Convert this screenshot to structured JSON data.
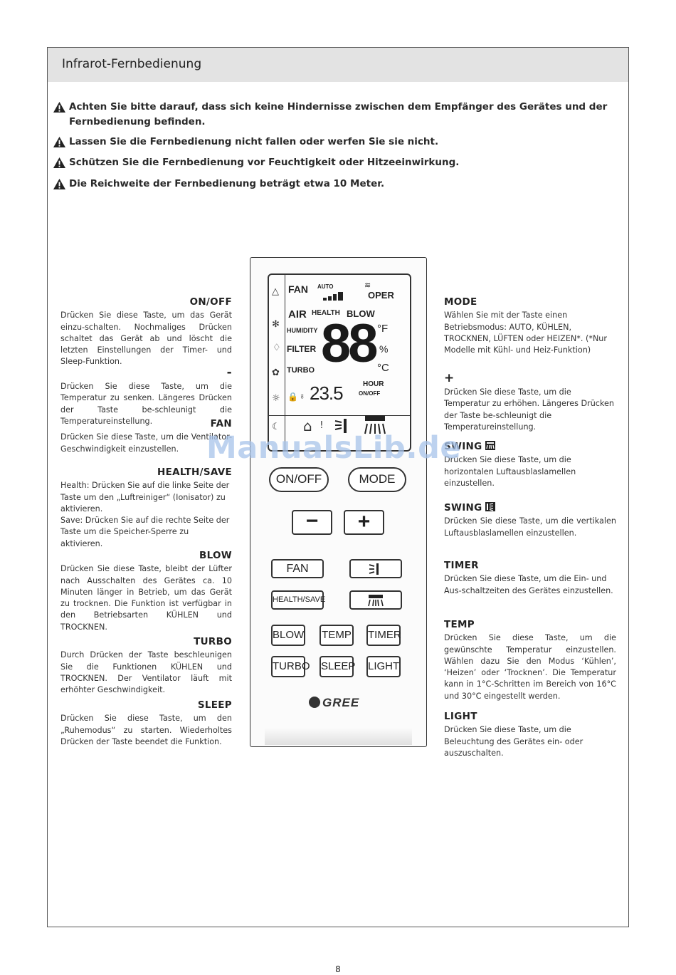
{
  "header": {
    "title": "Infrarot-Fernbedienung"
  },
  "warnings": [
    "Achten Sie bitte darauf, dass sich keine Hindernisse zwischen dem Empfänger des Gerätes und der Fernbedienung befinden.",
    "Lassen Sie die Fernbedienung nicht fallen oder werfen Sie sie nicht.",
    "Schützen Sie die Fernbedienung vor Feuchtigkeit oder Hitzeeinwirkung.",
    "Die Reichweite der Fernbedienung beträgt etwa 10 Meter."
  ],
  "left": {
    "onoff": {
      "title": "ON/OFF",
      "body": "Drücken Sie diese Taste, um das Gerät einzu-schalten. Nochmaliges Drücken schaltet das Gerät ab und löscht die letzten Einstellungen der Timer- und Sleep-Funktion."
    },
    "minus": {
      "title": "-",
      "body": "Drücken Sie diese Taste, um die Temperatur zu senken. Längeres Drücken der Taste be-schleunigt die Temperatureinstellung."
    },
    "fan": {
      "title": "FAN",
      "body": "Drücken Sie diese Taste, um die Ventilator-Geschwindigkeit einzustellen."
    },
    "health": {
      "title": "HEALTH/SAVE",
      "body1": "Health: Drücken Sie auf die linke Seite der Taste um den „Luftreiniger“ (Ionisator) zu aktivieren.",
      "body2": "Save: Drücken Sie auf die rechte Seite der Taste um die Speicher-Sperre zu aktivieren."
    },
    "blow": {
      "title": "BLOW",
      "body": "Drücken Sie diese Taste, bleibt der Lüfter nach Ausschalten des Gerätes ca. 10 Minuten länger in Betrieb, um das Gerät zu trocknen. Die Funktion ist verfügbar in den Betriebsarten KÜHLEN und TROCKNEN."
    },
    "turbo": {
      "title": "TURBO",
      "body": "Durch Drücken der Taste beschleunigen Sie die Funktionen KÜHLEN und TROCKNEN. Der Ventilator läuft mit erhöhter Geschwindigkeit."
    },
    "sleep": {
      "title": "SLEEP",
      "body": "Drücken Sie diese Taste, um den „Ruhemodus“ zu starten.  Wiederholtes Drücken der Taste beendet die Funktion."
    }
  },
  "right": {
    "mode": {
      "title": "MODE",
      "body": "Wählen Sie mit der Taste einen Betriebsmodus: AUTO, KÜHLEN, TROCKNEN, LÜFTEN oder HEIZEN*. (*Nur Modelle mit Kühl- und Heiz-Funktion)"
    },
    "plus": {
      "title": "+",
      "body": "Drücken Sie diese Taste, um die Temperatur zu erhöhen. Längeres Drücken der Taste be-schleunigt die Temperatureinstellung."
    },
    "swing_h": {
      "title": "SWING",
      "body": "Drücken Sie diese Taste, um die horizontalen Luftausblaslamellen einzustellen."
    },
    "swing_v": {
      "title": "SWING",
      "body": "Drücken Sie diese Taste, um die vertikalen Luftausblaslamellen einzustellen."
    },
    "timer": {
      "title": "TIMER",
      "body": "Drücken Sie diese Taste, um die Ein- und Aus-schaltzeiten des Gerätes einzustellen."
    },
    "temp": {
      "title": "TEMP",
      "body": "Drücken Sie diese Taste, um die gewünschte Temperatur einzustellen. Wählen dazu Sie den Modus ‘Kühlen’, ‘Heizen’ oder ‘Trocknen’. Die Temperatur kann in 1°C-Schritten im Bereich von 16°C und 30°C eingestellt werden."
    },
    "light": {
      "title": "LIGHT",
      "body": "Drücken Sie diese Taste, um die Beleuchtung des Gerätes ein- oder auszuschalten."
    }
  },
  "remote": {
    "lcd": {
      "fan": "FAN",
      "auto": "AUTO",
      "oper": "OPER",
      "air": "AIR",
      "health": "HEALTH",
      "blow": "BLOW",
      "humidity": "HUMIDITY",
      "filter": "FILTER",
      "turbo": "TURBO",
      "digits": "88",
      "deg_f": "°F",
      "percent": "%",
      "deg_c": "°C",
      "time": "23.5",
      "hour": "HOUR",
      "onoff": "ON/OFF"
    },
    "buttons": {
      "onoff": "ON/OFF",
      "mode": "MODE",
      "minus": "−",
      "plus": "+",
      "fan": "FAN",
      "health_save": "HEALTH/SAVE",
      "blow": "BLOW",
      "temp": "TEMP",
      "timer": "TIMER",
      "turbo": "TURBO",
      "sleep": "SLEEP",
      "light": "LIGHT"
    },
    "brand": "GREE"
  },
  "watermark": "ManualsLib.de",
  "page_number": "8"
}
